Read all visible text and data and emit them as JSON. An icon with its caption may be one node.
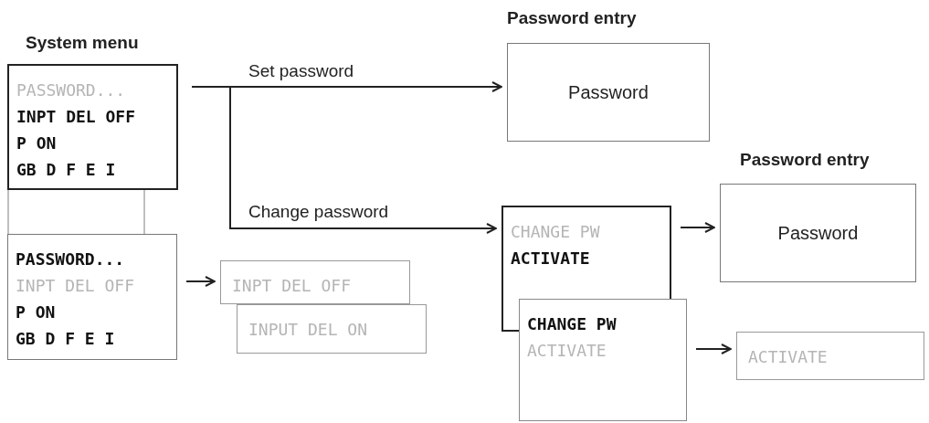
{
  "diagram": {
    "nodes": [
      {
        "text": [
          "System menu",
          "PASSWORD...",
          "INPT DEL OFF",
          "P ON",
          "GB D F E I"
        ]
      },
      {
        "text": [
          "PASSWORD...",
          "INPT DEL OFF",
          "P ON",
          "GB D F E I"
        ]
      },
      {
        "text": [
          "Password entry",
          "Password"
        ]
      },
      {
        "text": [
          "INPT DEL OFF"
        ]
      },
      {
        "text": [
          "INPUT DEL ON"
        ]
      },
      {
        "text": [
          "CHANGE PW",
          "ACTIVATE"
        ]
      },
      {
        "text": [
          "CHANGE PW",
          "ACTIVATE"
        ]
      },
      {
        "text": [
          "Password entry",
          "Password"
        ]
      },
      {
        "text": [
          "ACTIVATE"
        ]
      }
    ],
    "edges": [
      {
        "from": 0,
        "to": 2,
        "arrow": "to",
        "label": "Set password"
      },
      {
        "from": 0,
        "to": 5,
        "arrow": "to",
        "label": "Change password"
      },
      {
        "from": 0,
        "to": 1,
        "arrow": "none",
        "color": "#808080"
      },
      {
        "from": 1,
        "to": 3,
        "arrow": "to"
      },
      {
        "from": 5,
        "to": 7,
        "arrow": "to"
      },
      {
        "from": 6,
        "to": 8,
        "arrow": "to"
      }
    ]
  }
}
